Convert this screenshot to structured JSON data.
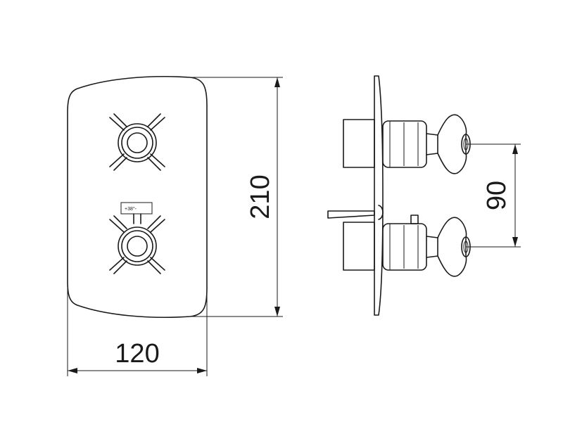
{
  "dimensions": {
    "width": "120",
    "height": "210",
    "spacing": "90"
  },
  "temperature_scale": {
    "label": "+38°-"
  }
}
